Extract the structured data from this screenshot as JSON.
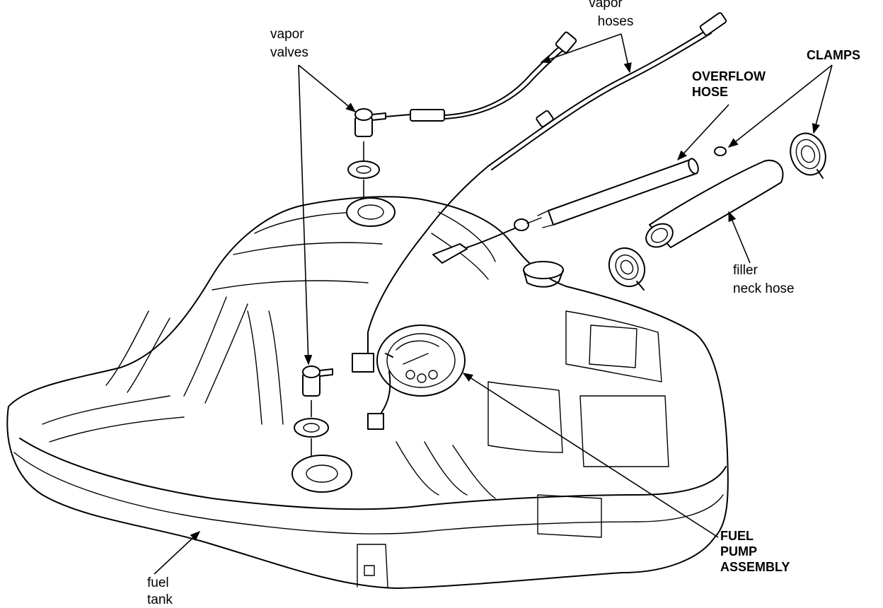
{
  "labels": {
    "vapor_hoses": [
      "vapor",
      "hoses"
    ],
    "vapor_valves": [
      "vapor",
      "valves"
    ],
    "clamps": "CLAMPS",
    "overflow_hose": [
      "OVERFLOW",
      "HOSE"
    ],
    "filler_neck_hose": [
      "filler",
      "neck hose"
    ],
    "fuel_pump_assembly": [
      "FUEL",
      "PUMP",
      "ASSEMBLY"
    ],
    "fuel_tank": [
      "fuel",
      "tank"
    ]
  },
  "colors": {
    "ink": "#000000",
    "paper": "#ffffff"
  }
}
